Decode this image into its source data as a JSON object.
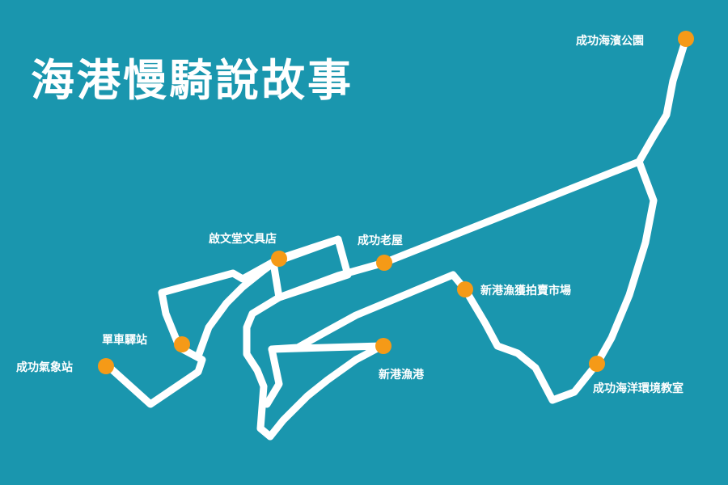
{
  "map": {
    "title": "海港慢騎說故事",
    "colors": {
      "background": "#1a96ae",
      "route": "#ffffff",
      "marker": "#f59a17",
      "text": "#ffffff"
    },
    "places": [
      {
        "id": "chenggong-seaside-park",
        "label": "成功海濱公園"
      },
      {
        "id": "qi-wen-tang-stationery",
        "label": "啟文堂文具店"
      },
      {
        "id": "chenggong-old-house",
        "label": "成功老屋"
      },
      {
        "id": "xingang-fish-auction-market",
        "label": "新港漁獲拍賣市場"
      },
      {
        "id": "bike-station",
        "label": "單車驛站"
      },
      {
        "id": "chenggong-weather-station",
        "label": "成功氣象站"
      },
      {
        "id": "xingang-fishing-port",
        "label": "新港漁港"
      },
      {
        "id": "chenggong-ocean-education-center",
        "label": "成功海洋環境教室"
      }
    ]
  }
}
